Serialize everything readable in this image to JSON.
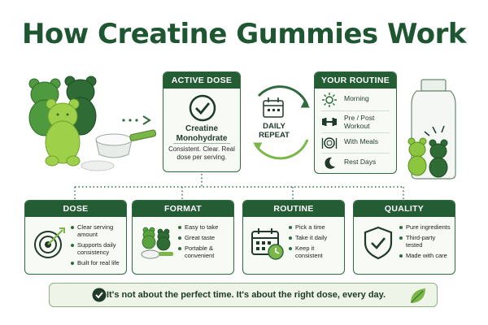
{
  "title": "How Creatine Gummies Work",
  "colors": {
    "dark_green": "#245c34",
    "accent_green": "#7ab648",
    "light_bg": "#f7faf5"
  },
  "active_dose": {
    "header": "ACTIVE DOSE",
    "name": "Creatine Monohydrate",
    "description": "Consistent. Clear. Real dose per serving.",
    "icon": "check-circle-icon"
  },
  "cycle": {
    "label": "DAILY REPEAT",
    "icon": "calendar-icon"
  },
  "your_routine": {
    "header": "YOUR ROUTINE",
    "items": [
      {
        "label": "Morning",
        "icon": "sun-icon"
      },
      {
        "label": "Pre / Post Workout",
        "icon": "dumbbell-icon"
      },
      {
        "label": "With Meals",
        "icon": "plate-icon"
      },
      {
        "label": "Rest Days",
        "icon": "moon-icon"
      }
    ]
  },
  "pillars": [
    {
      "header": "DOSE",
      "icon": "target-icon",
      "bullets": [
        "Clear serving amount",
        "Supports daily consistency",
        "Built for real life"
      ]
    },
    {
      "header": "FORMAT",
      "icon": "gummy-scoop-icon",
      "bullets": [
        "Easy to take",
        "Great taste",
        "Portable & convenient"
      ]
    },
    {
      "header": "ROUTINE",
      "icon": "calendar-clock-icon",
      "bullets": [
        "Pick a time",
        "Take it daily",
        "Keep it consistent"
      ]
    },
    {
      "header": "QUALITY",
      "icon": "shield-check-icon",
      "bullets": [
        "Pure ingredients",
        "Third-party tested",
        "Made with care"
      ]
    }
  ],
  "footer": {
    "text": "It's not about the perfect time. It's about the right dose, every day.",
    "icon": "leaf-icon"
  }
}
